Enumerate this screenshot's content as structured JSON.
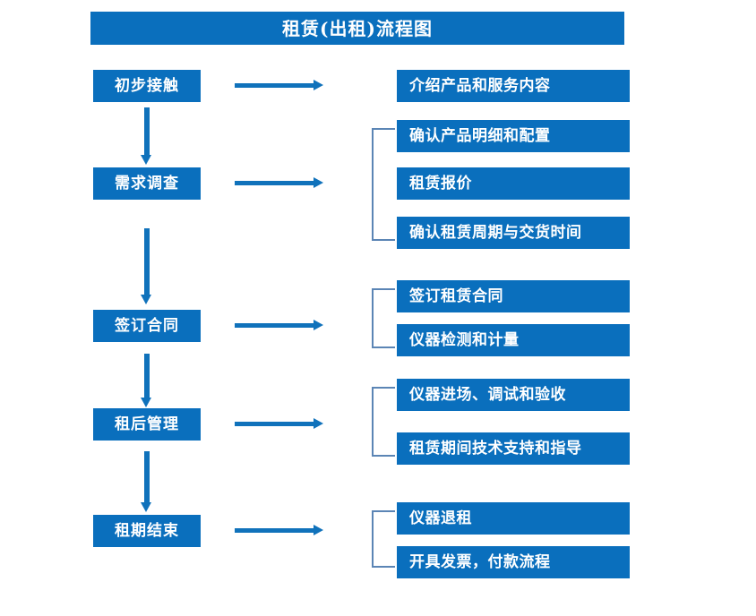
{
  "header": {
    "title": "租赁(出租)流程图"
  },
  "colors": {
    "box_fill": "#0a6fbd",
    "box_text": "#ffffff",
    "arrow": "#1072bb",
    "bracket": "#5b85b5",
    "background": "#ffffff"
  },
  "flow": {
    "stages": [
      {
        "id": "stage-1",
        "label": "初步接触",
        "details": [
          "介绍产品和服务内容"
        ]
      },
      {
        "id": "stage-2",
        "label": "需求调查",
        "details": [
          "确认产品明细和配置",
          "租赁报价",
          "确认租赁周期与交货时间"
        ]
      },
      {
        "id": "stage-3",
        "label": "签订合同",
        "details": [
          "签订租赁合同",
          "仪器检测和计量"
        ]
      },
      {
        "id": "stage-4",
        "label": "租后管理",
        "details": [
          "仪器进场、调试和验收",
          "租赁期间技术支持和指导"
        ]
      },
      {
        "id": "stage-5",
        "label": "租期结束",
        "details": [
          "仪器退租",
          "开具发票，付款流程"
        ]
      }
    ]
  }
}
